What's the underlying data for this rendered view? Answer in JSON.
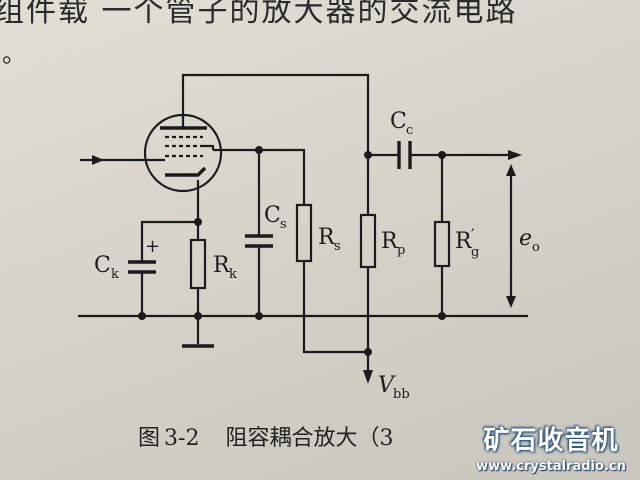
{
  "page_top": {
    "partial_text": "组件载  一个管子的放大器的交流电路",
    "partial_mark": "。"
  },
  "labels": {
    "ck": "C",
    "ck_sub": "k",
    "ck_plus": "+",
    "rk": "R",
    "rk_sub": "k",
    "cs": "C",
    "cs_sub": "s",
    "rs": "R",
    "rs_sub": "s",
    "rp": "R",
    "rp_sub": "p",
    "cc": "C",
    "cc_sub": "c",
    "rg": "R",
    "rg_prime": "′",
    "rg_sub": "g",
    "eo": "e",
    "eo_sub": "o",
    "vbb": "V",
    "vbb_sub": "bb"
  },
  "caption": {
    "figure": "图",
    "number": "3-2",
    "title": "阻容耦合放大（3"
  },
  "watermark": {
    "brand": "矿石收音机",
    "url": "www.crystalradio.cn"
  }
}
